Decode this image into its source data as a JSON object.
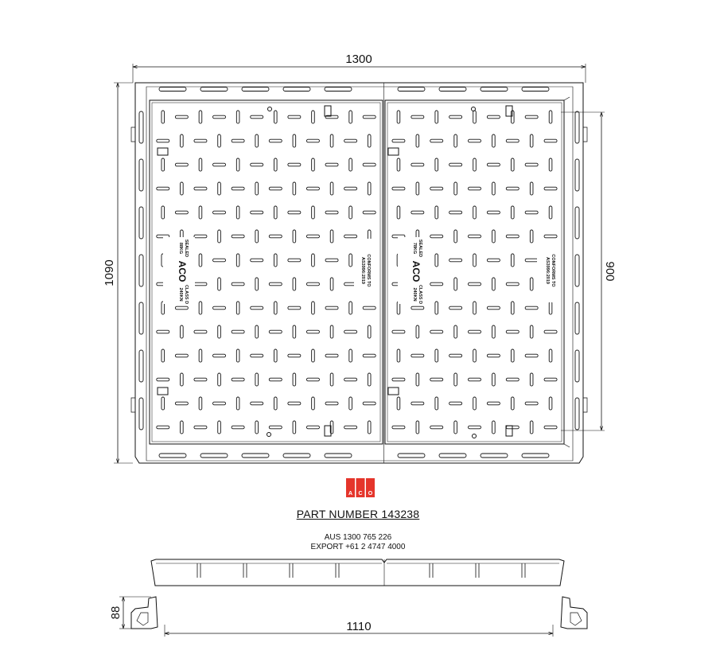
{
  "dimensions": {
    "overall_width": "1300",
    "overall_height": "1090",
    "clear_opening": "900",
    "section_span": "1110",
    "section_depth": "88"
  },
  "cover_markings": {
    "line1": "CONFORMS TO",
    "line2": "AS3996:2019",
    "sealed": "SEALED",
    "class": "CLASS D",
    "load": "240KN",
    "left_weight": "88KG",
    "right_weight": "78KG",
    "logo": "ACO"
  },
  "brand": {
    "name": "ACO",
    "color": "#e5352b"
  },
  "part_number": "PART NUMBER 143238",
  "contact": {
    "aus": "AUS 1300 765 226",
    "export": "EXPORT +61 2 4747 4000"
  },
  "colors": {
    "line": "#111111",
    "brand_red": "#e5352b"
  }
}
